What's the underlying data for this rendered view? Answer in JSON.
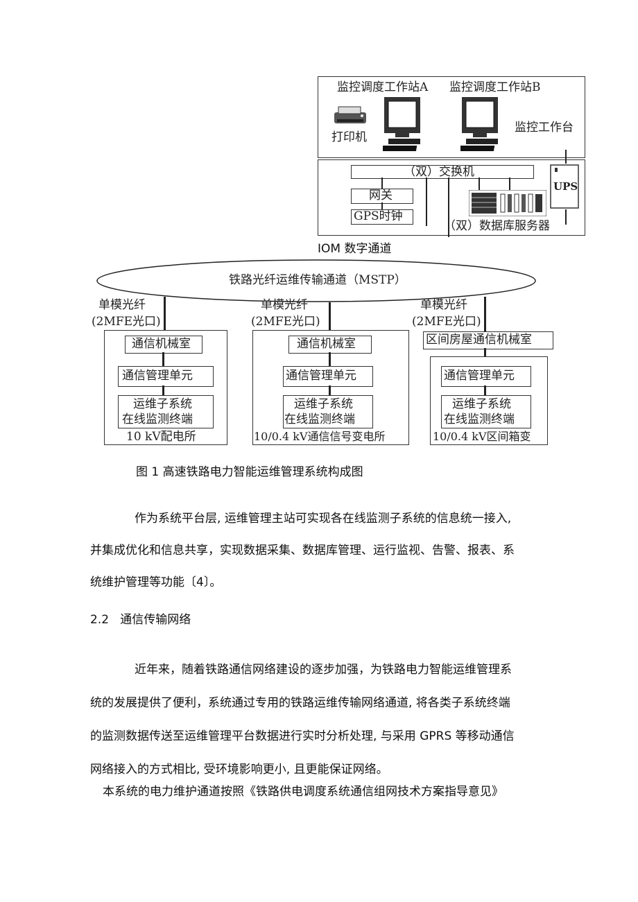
{
  "diagram": {
    "workstation_a_label": "监控调度工作站A",
    "workstation_b_label": "监控调度工作站B",
    "printer_label": "打印机",
    "console_label": "监控工作台",
    "switch_label": "（双）交换机",
    "gateway_label": "网关",
    "gps_clock_label": "GPS时钟",
    "db_server_label": "（双）数据库服务器",
    "ups_label": "UPS",
    "iom_label": "IOM 数字通道",
    "mstp_label": "铁路光纤运维传输通道（MSTP）",
    "branches": [
      {
        "fiber_label": "单模光纤",
        "port_label": "(2MFE光口)",
        "room_label": "通信机械室",
        "unit_label": "通信管理单元",
        "terminal_line1": "运维子系统",
        "terminal_line2": "在线监测终端",
        "station_label": "10 kV配电所"
      },
      {
        "fiber_label": "单模光纤",
        "port_label": "(2MFE光口)",
        "room_label": "通信机械室",
        "unit_label": "通信管理单元",
        "terminal_line1": "运维子系统",
        "terminal_line2": "在线监测终端",
        "station_label": "10/0.4 kV通信信号变电所"
      },
      {
        "fiber_label": "单模光纤",
        "port_label": "(2MFE光口)",
        "room_label": "区间房屋通信机械室",
        "unit_label": "通信管理单元",
        "terminal_line1": "运维子系统",
        "terminal_line2": "在线监测终端",
        "station_label": "10/0.4 kV区间箱变"
      }
    ]
  },
  "caption": "图 1 高速铁路电力智能运维管理系统构成图",
  "paragraph1": {
    "line1": "作为系统平台层, 运维管理主站可实现各在线监测子系统的信息统一接入,",
    "line2": "并集成优化和信息共享，实现数据采集、数据库管理、运行监视、告警、报表、系",
    "line3": "统维护管理等功能〔4〕。"
  },
  "section_heading": "2.2   通信传输网络",
  "paragraph2": {
    "line1": "近年来，随着铁路通信网络建设的逐步加强，为铁路电力智能运维管理系",
    "line2": "统的发展提供了便利，系统通过专用的铁路运维传输网络通道, 将各类子系统终端",
    "line3": "的监测数据传送至运维管理平台数据进行实时分析处理, 与采用 GPRS 等移动通信",
    "line4": "网络接入的方式相比, 受环境影响更小, 且更能保证网络。"
  },
  "paragraph3": "本系统的电力维护通道按照《铁路供电调度系统通信组网技术方案指导意见》"
}
